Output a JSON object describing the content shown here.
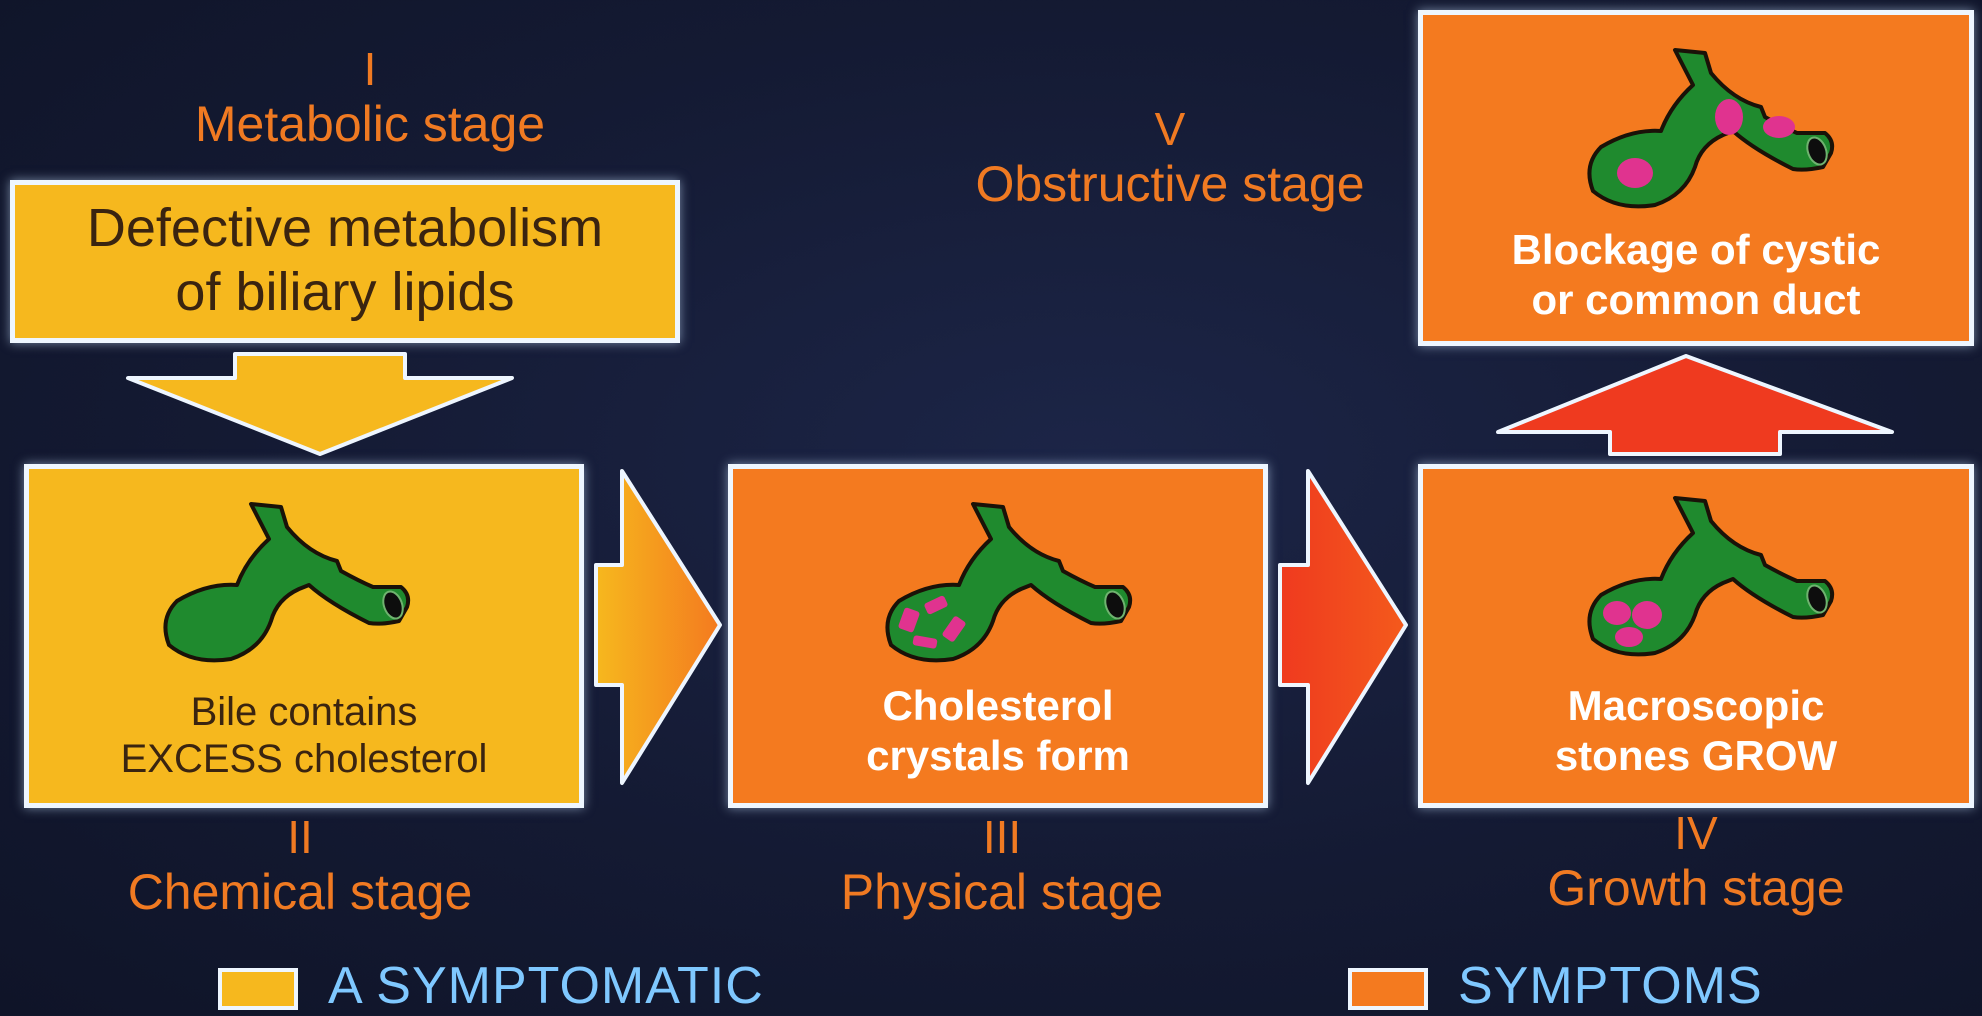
{
  "stages": {
    "s1": {
      "numeral": "I",
      "name": "Metabolic stage"
    },
    "s2": {
      "numeral": "II",
      "name": "Chemical stage"
    },
    "s3": {
      "numeral": "III",
      "name": "Physical stage"
    },
    "s4": {
      "numeral": "IV",
      "name": "Growth stage"
    },
    "s5": {
      "numeral": "V",
      "name": "Obstructive stage"
    }
  },
  "boxes": {
    "metabolic": {
      "line1": "Defective metabolism",
      "line2": "of biliary lipids"
    },
    "chemical": {
      "line1": "Bile contains",
      "line2": "EXCESS cholesterol"
    },
    "physical": {
      "line1": "Cholesterol",
      "line2": "crystals form"
    },
    "growth": {
      "line1": "Macroscopic",
      "line2": "stones GROW"
    },
    "obstructive": {
      "line1": "Blockage of cystic",
      "line2": "or common duct"
    }
  },
  "legend": {
    "asymptomatic": {
      "label": "A SYMPTOMATIC",
      "color": "#f6b81e"
    },
    "symptoms": {
      "label": "SYMPTOMS",
      "color": "#f47a1f"
    }
  },
  "icons": {
    "gallbladder": "gallbladder-icon",
    "arrow": "arrow-icon"
  },
  "colors": {
    "stage_text": "#f07a22",
    "asymptomatic": "#f6b81e",
    "symptoms": "#f47a1f",
    "gallbladder": "#1f8a2e",
    "stones": "#e0338f",
    "legend_text": "#7fc8ff"
  }
}
